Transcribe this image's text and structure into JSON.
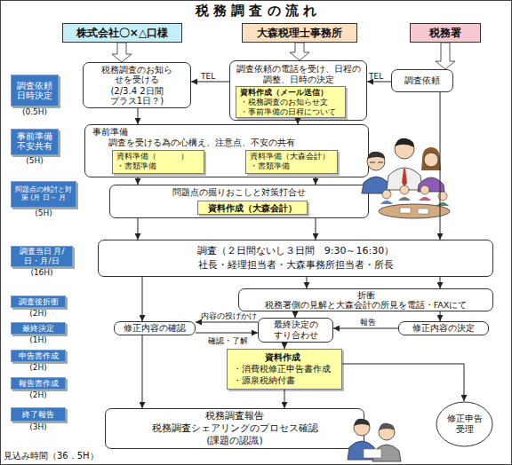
{
  "diagram": {
    "title": "税 務 調 査 の 流 れ",
    "nodes": [
      {
        "text": [
          "株式会社〇×△口様"
        ]
      },
      {
        "text": [
          "大森税理士事務所"
        ]
      },
      {
        "text": [
          "税務署"
        ]
      },
      {
        "text": [
          "調査依頼 日時決定",
          "(0.5H)"
        ]
      },
      {
        "text": [
          "税務調査のお知らせを受ける",
          "(2/3.4 2日間 プラス1日？)"
        ]
      },
      {
        "text": [
          "調査依頼の電話を受け、日程の調整、日時の決定"
        ]
      },
      {
        "text": [
          "資料作成（メール送信）",
          "・税務調査のお知らせ文",
          "・事前準備の日程について"
        ],
        "in": 5
      },
      {
        "text": [
          "調査依頼"
        ]
      },
      {
        "text": [
          "事前準備 不安共有",
          "(5H)"
        ]
      },
      {
        "text": [
          "事前準備",
          "調査を受ける為の心構え、注意点、不安の共有"
        ]
      },
      {
        "text": [
          "資料準備（　　　）",
          "・書類準備"
        ],
        "in": 9
      },
      {
        "text": [
          "資料準備（大森会計）",
          "・書類準備"
        ],
        "in": 9
      },
      {
        "text": [
          "問題点の検討と対策 (月 日～ 月",
          "(5H)"
        ]
      },
      {
        "text": [
          "問題点の掘りおこしと対策打合せ"
        ]
      },
      {
        "text": [
          "資料作成（大森会計）"
        ],
        "in": 13
      },
      {
        "text": [
          "調査当日 月/日・月/日",
          "(16H)"
        ]
      },
      {
        "text": [
          "調査（２日間ないし３日間　9:30～16:30）",
          "社長・経理担当者・大森事務所担当者・所長"
        ]
      },
      {
        "text": [
          "調査後折衝",
          "(2H)"
        ]
      },
      {
        "text": [
          "折衝",
          "税務署側の見解と大森会計の所見を電話・FAXにて"
        ]
      },
      {
        "text": [
          "最終決定",
          "(1H)"
        ]
      },
      {
        "text": [
          "修正内容の確認"
        ]
      },
      {
        "text": [
          "最終決定の すり合わせ"
        ]
      },
      {
        "text": [
          "修正内容の決定"
        ]
      },
      {
        "text": [
          "申告書作成",
          "(2H)"
        ]
      },
      {
        "text": [
          "報告書作成",
          "(2H)"
        ]
      },
      {
        "text": [
          "資料作成",
          "・消費税修正申告書作成",
          "・源泉税納付書"
        ]
      },
      {
        "text": [
          "終了報告",
          "(3H)"
        ]
      },
      {
        "text": [
          "税務調査報告",
          "税務調査シェアリングのプロセス確認",
          "(課題の認識)"
        ]
      },
      {
        "text": [
          "修正申告受理"
        ]
      }
    ],
    "edges": [
      {
        "from": 0,
        "to": 4,
        "arrow": "to"
      },
      {
        "from": 1,
        "to": 5,
        "arrow": "to"
      },
      {
        "from": 2,
        "to": 7,
        "arrow": "to"
      },
      {
        "from": 7,
        "to": 5,
        "label": "TEL",
        "arrow": "to"
      },
      {
        "from": 5,
        "to": 4,
        "label": "TEL",
        "arrow": "to"
      },
      {
        "from": 4,
        "to": 9,
        "arrow": "to"
      },
      {
        "from": 5,
        "to": 9,
        "arrow": "to"
      },
      {
        "from": 7,
        "to": 16,
        "arrow": "to"
      },
      {
        "from": 9,
        "to": 13,
        "arrow": "to"
      },
      {
        "from": 9,
        "to": 13,
        "arrow": "to"
      },
      {
        "from": 13,
        "to": 16,
        "arrow": "to"
      },
      {
        "from": 13,
        "to": 16,
        "arrow": "to"
      },
      {
        "from": 16,
        "to": 20,
        "arrow": "to"
      },
      {
        "from": 16,
        "to": 18,
        "arrow": "to"
      },
      {
        "from": 16,
        "to": 18,
        "arrow": "to"
      },
      {
        "from": 18,
        "to": 21,
        "arrow": "to"
      },
      {
        "from": 18,
        "to": 22,
        "arrow": "to"
      },
      {
        "from": 22,
        "to": 21,
        "label": "報告",
        "arrow": "to"
      },
      {
        "from": 21,
        "to": 20,
        "label": "内容の投げかけ",
        "arrow": "to"
      },
      {
        "from": 20,
        "to": 21,
        "label": "確認・了解",
        "arrow": "to"
      },
      {
        "from": 21,
        "to": 25,
        "arrow": "to"
      },
      {
        "from": 20,
        "to": 27,
        "arrow": "to"
      },
      {
        "from": 25,
        "to": 27,
        "arrow": "to"
      },
      {
        "from": 25,
        "to": 28,
        "arrow": "to"
      }
    ],
    "labels": [
      "見込み時間（36．5H）"
    ]
  }
}
